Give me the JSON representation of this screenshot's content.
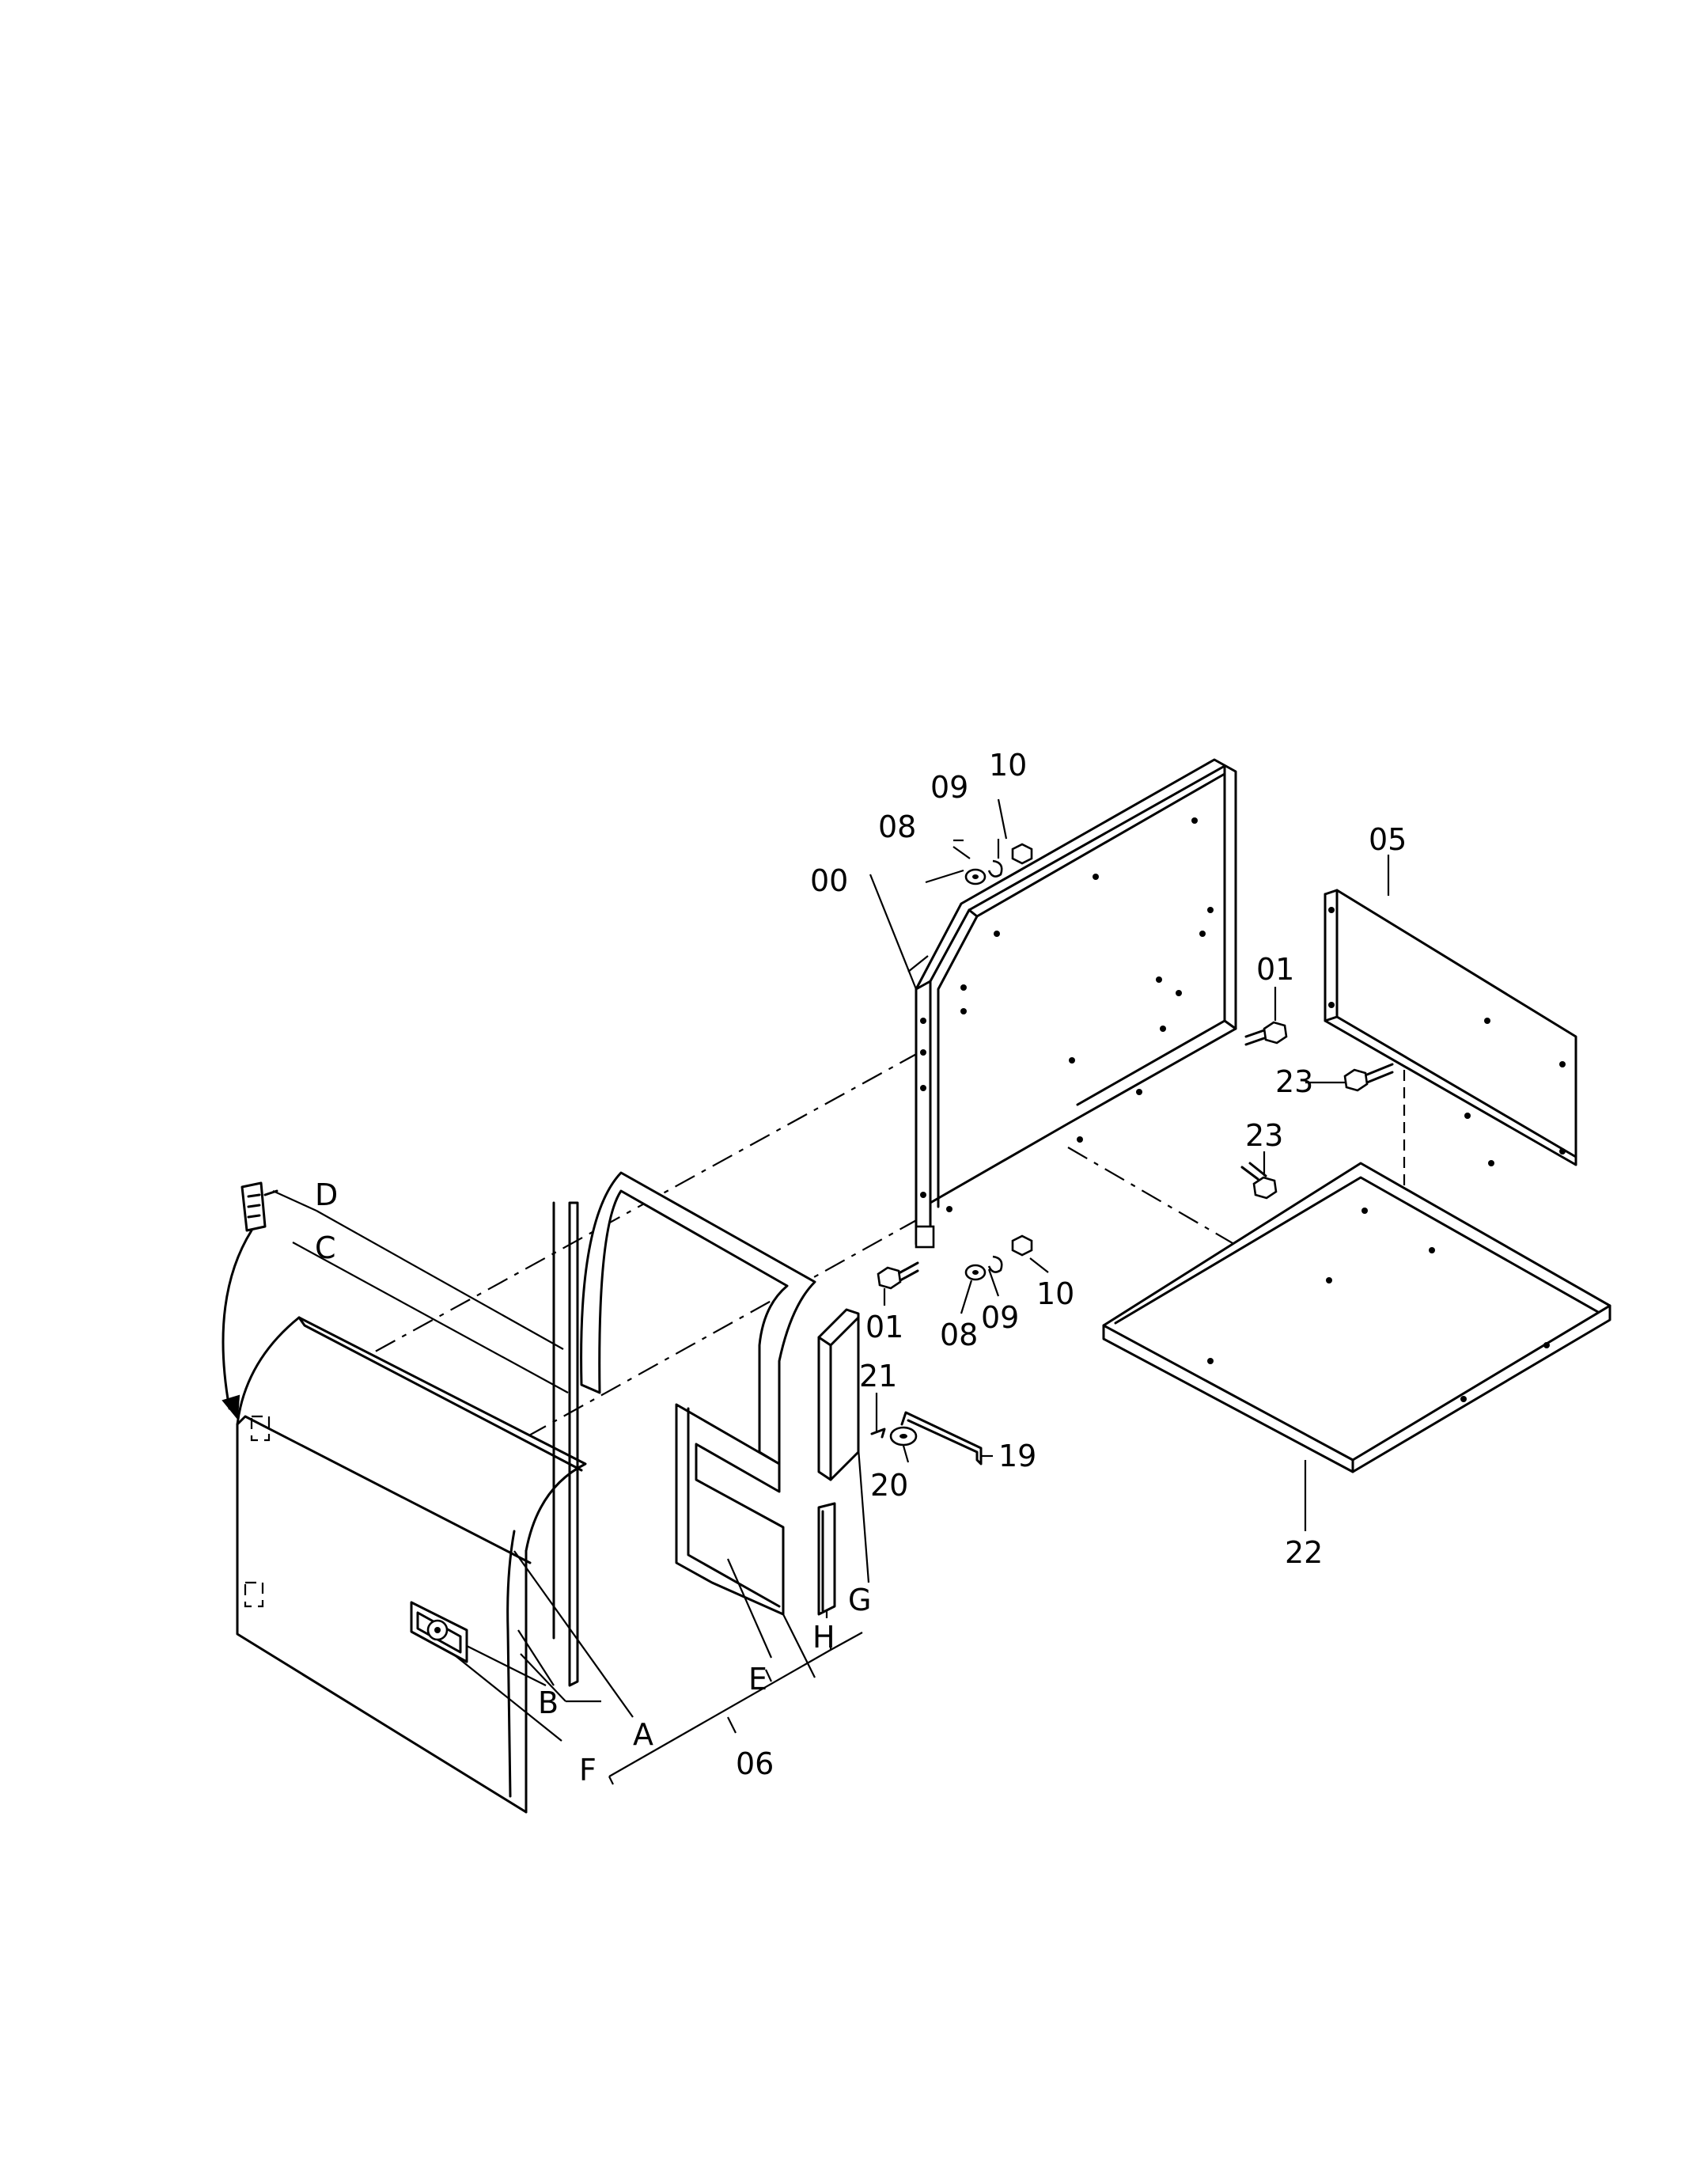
{
  "diagram": {
    "callouts": [
      {
        "id": "c-10-top",
        "text": "10"
      },
      {
        "id": "c-09-top",
        "text": "09"
      },
      {
        "id": "c-08-top",
        "text": "08"
      },
      {
        "id": "c-05",
        "text": "05"
      },
      {
        "id": "c-00",
        "text": "00"
      },
      {
        "id": "c-01-right",
        "text": "01"
      },
      {
        "id": "c-23-top",
        "text": "23"
      },
      {
        "id": "c-23-mid",
        "text": "23"
      },
      {
        "id": "c-D",
        "text": "D"
      },
      {
        "id": "c-C",
        "text": "C"
      },
      {
        "id": "c-01-bottom",
        "text": "01"
      },
      {
        "id": "c-08-bottom",
        "text": "08"
      },
      {
        "id": "c-09-bottom",
        "text": "09"
      },
      {
        "id": "c-10-bottom",
        "text": "10"
      },
      {
        "id": "c-21",
        "text": "21"
      },
      {
        "id": "c-19",
        "text": "19"
      },
      {
        "id": "c-20",
        "text": "20"
      },
      {
        "id": "c-22",
        "text": "22"
      },
      {
        "id": "c-G",
        "text": "G"
      },
      {
        "id": "c-H",
        "text": "H"
      },
      {
        "id": "c-E",
        "text": "E"
      },
      {
        "id": "c-B",
        "text": "B"
      },
      {
        "id": "c-A",
        "text": "A"
      },
      {
        "id": "c-F",
        "text": "F"
      },
      {
        "id": "c-06",
        "text": "06"
      }
    ]
  }
}
